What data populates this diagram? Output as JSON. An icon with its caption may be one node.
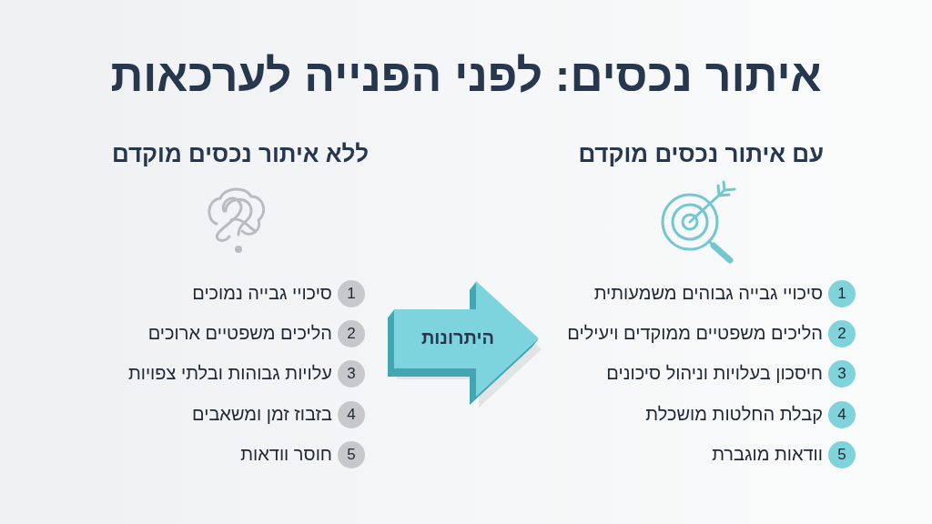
{
  "diagram": {
    "title": "איתור נכסים: לפני הפנייה לערכאות",
    "nodes": [
      {
        "text": [
          "1"
        ],
        "beside": [
          "סיכויי גבייה גבוהים משמעותית"
        ]
      },
      {
        "text": [
          "2"
        ],
        "beside": [
          "הליכים משפטיים ממוקדים ויעילים"
        ]
      },
      {
        "text": [
          "3"
        ],
        "beside": [
          "חיסכון בעלויות וניהול סיכונים"
        ]
      },
      {
        "text": [
          "4"
        ],
        "beside": [
          "קבלת החלטות מושכלת"
        ]
      },
      {
        "text": [
          "5"
        ],
        "beside": [
          "וודאות מוגברת"
        ]
      },
      {
        "text": [
          "היתרונות"
        ]
      },
      {
        "text": [
          "1"
        ],
        "beside": [
          "סיכויי גבייה נמוכים"
        ]
      },
      {
        "text": [
          "2"
        ],
        "beside": [
          "הליכים משפטיים ארוכים"
        ]
      },
      {
        "text": [
          "3"
        ],
        "beside": [
          "עלויות גבוהות ובלתי צפויות"
        ]
      },
      {
        "text": [
          "4"
        ],
        "beside": [
          "בזבוז זמן ומשאבים"
        ]
      },
      {
        "text": [
          "5"
        ],
        "beside": [
          "חוסר וודאות"
        ]
      }
    ],
    "labels": [
      "עם איתור נכסים מוקדם",
      "ללא איתור נכסים מוקדם"
    ]
  }
}
